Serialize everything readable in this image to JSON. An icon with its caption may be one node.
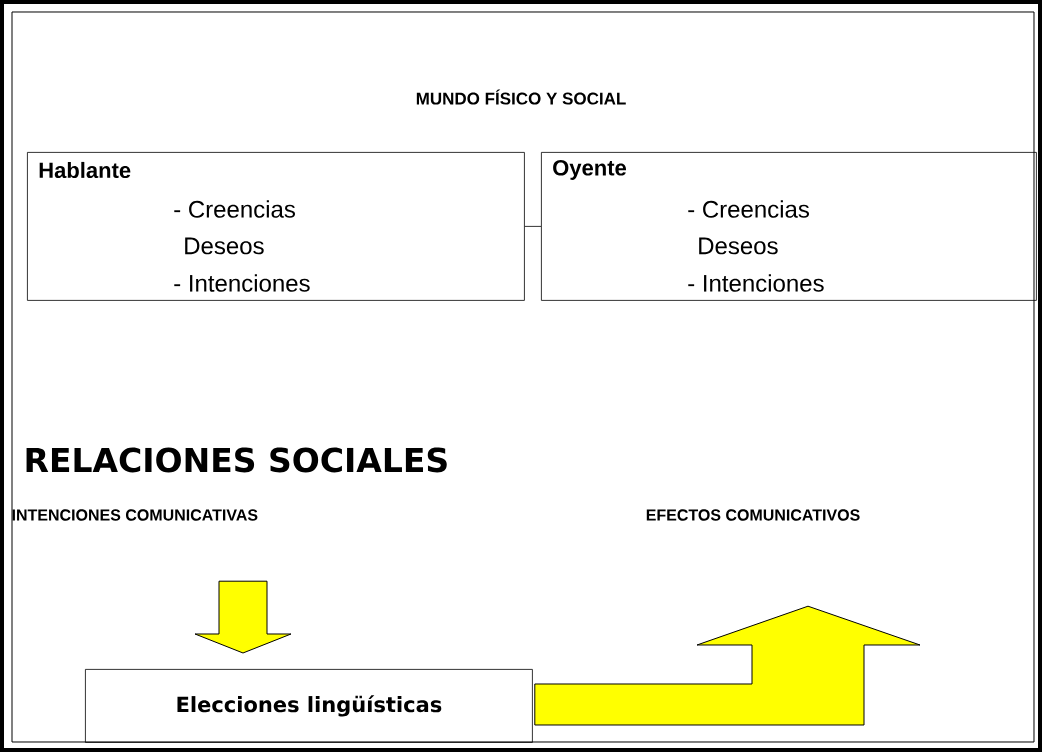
{
  "diagram": {
    "title": "MUNDO FÍSICO Y SOCIAL",
    "nodes": [
      {
        "text": [
          "Hablante",
          "- Creencias",
          "Deseos",
          "- Intenciones"
        ]
      },
      {
        "text": [
          "Oyente",
          "- Creencias",
          "Deseos",
          "- Intenciones"
        ]
      },
      {
        "text": [
          "INTENCIONES COMUNICATIVAS"
        ]
      },
      {
        "text": [
          "Elecciones lingüísticas"
        ]
      },
      {
        "text": [
          "EFECTOS COMUNICATIVOS"
        ]
      }
    ],
    "edges": [
      {
        "from": 0,
        "to": 1,
        "arrow": "none"
      },
      {
        "from": 2,
        "to": 3,
        "arrow": "to",
        "color": "#ffff00"
      },
      {
        "from": 3,
        "to": 4,
        "arrow": "to",
        "color": "#ffff00"
      }
    ],
    "labels": [
      "RELACIONES SOCIALES"
    ]
  }
}
